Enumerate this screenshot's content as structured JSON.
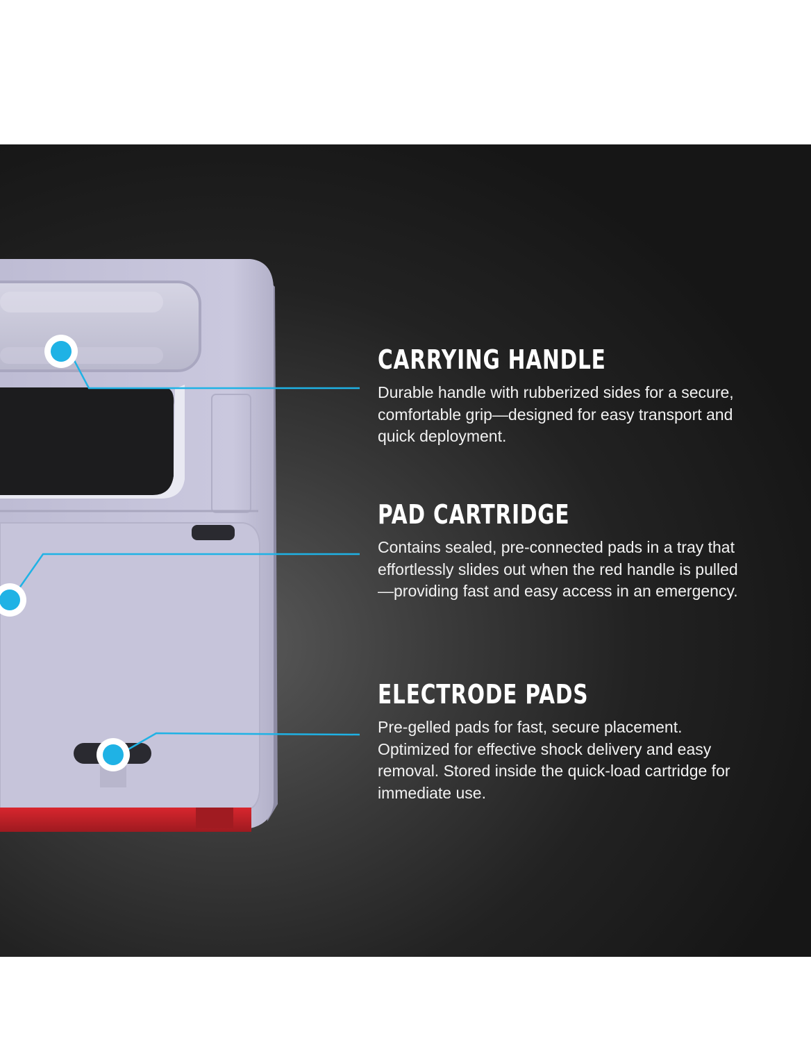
{
  "features": [
    {
      "title": "CARRYING HANDLE",
      "description": "Durable handle with rubberized sides for a secure, comfortable grip—designed for easy transport and quick deployment."
    },
    {
      "title": "PAD CARTRIDGE",
      "description": "Contains sealed, pre-connected pads in a tray that effortlessly slides out when the red handle is pulled—providing fast and easy access in an emergency."
    },
    {
      "title": "ELECTRODE PADS",
      "description": "Pre-gelled pads for fast, secure placement. Optimized for effective shock delivery and easy removal. Stored inside the quick-load cartridge for immediate use."
    }
  ],
  "colors": {
    "accent": "#1fb2e5",
    "device_body": "#c9c7dc",
    "pull_handle": "#c8232b"
  }
}
